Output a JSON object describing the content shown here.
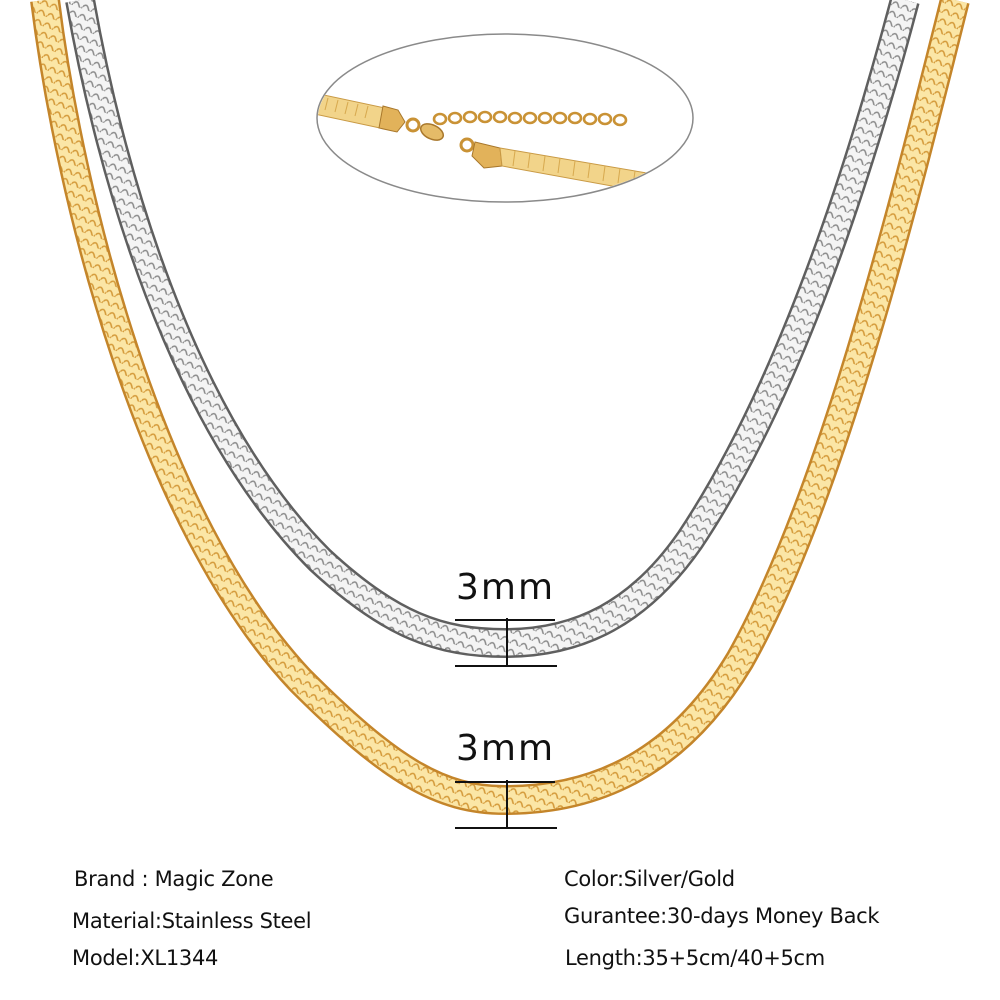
{
  "product": {
    "type": "herringbone snake chain necklace",
    "variants": [
      {
        "name": "Silver",
        "color": "#d9d9d9",
        "edge_color": "#6b6b6b"
      },
      {
        "name": "Gold",
        "color": "#f6d98a",
        "edge_color": "#c8892a"
      }
    ]
  },
  "inset": {
    "description": "clasp and extender chain close-up",
    "border_color": "#8a8a8a"
  },
  "dimensions": {
    "silver_width": "3mm",
    "gold_width": "3mm"
  },
  "specs": {
    "left": [
      {
        "key": "Brand",
        "sep": " : ",
        "value": "Magic Zone"
      },
      {
        "key": "Material",
        "sep": ":",
        "value": "Stainless Steel"
      },
      {
        "key": "Model",
        "sep": ":",
        "value": "XL1344"
      }
    ],
    "right": [
      {
        "key": "Color",
        "sep": ":",
        "value": "Silver/Gold"
      },
      {
        "key": "Gurantee",
        "sep": ":",
        "value": "30-days Money Back"
      },
      {
        "key": "Length",
        "sep": ":",
        "value": "35+5cm/40+5cm"
      }
    ]
  }
}
